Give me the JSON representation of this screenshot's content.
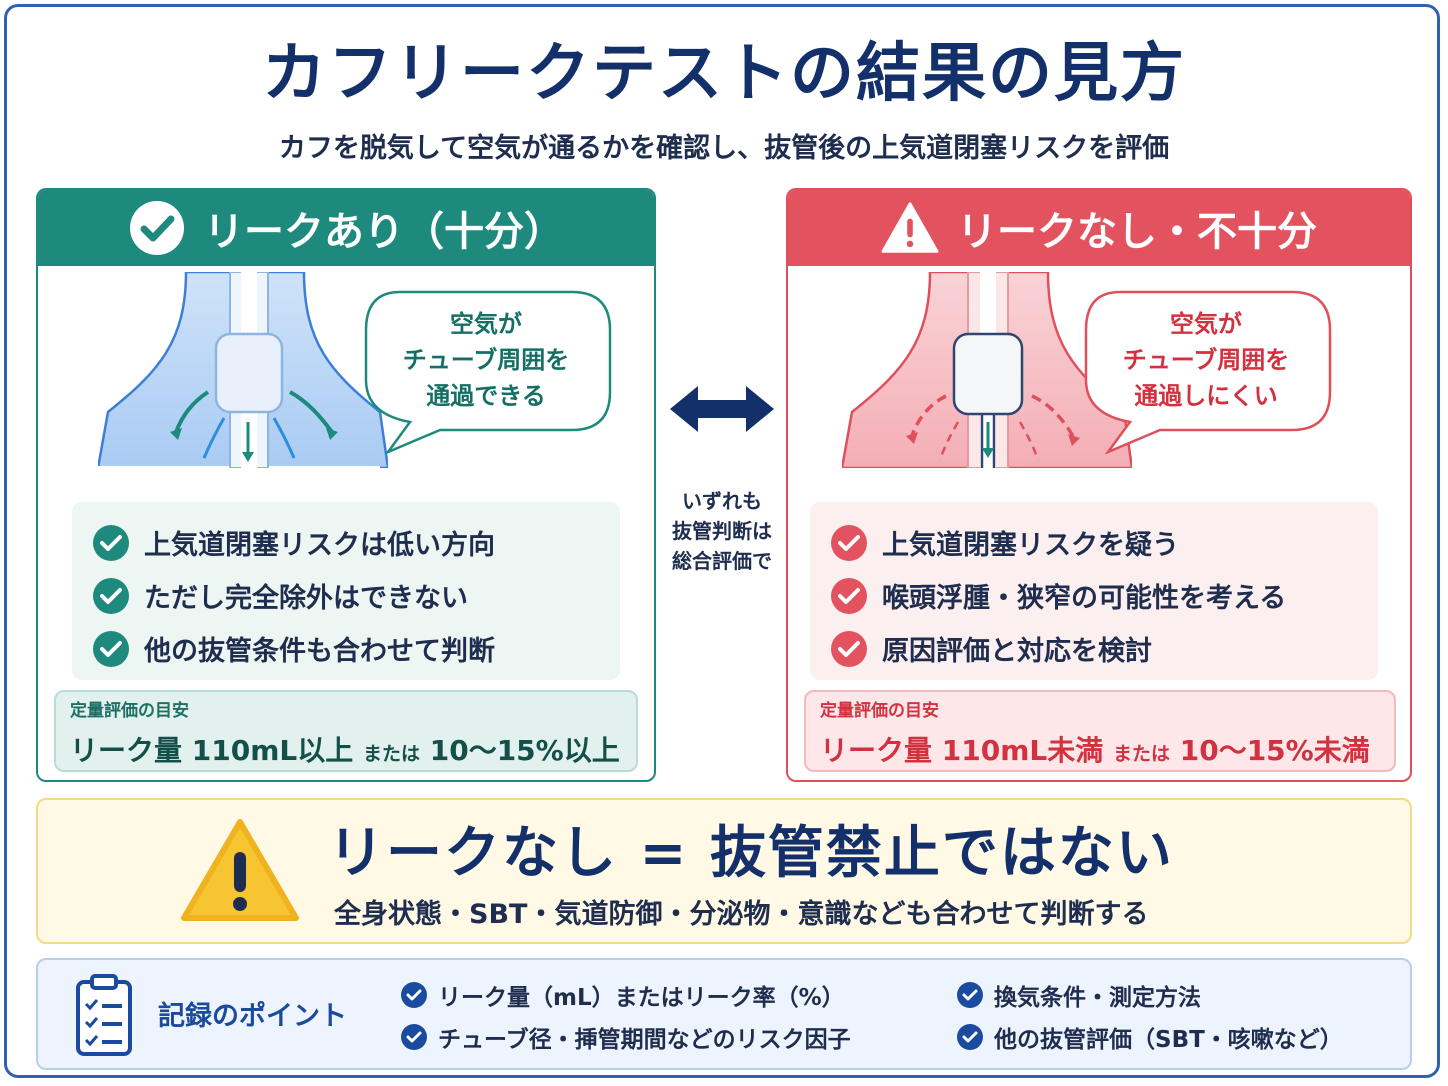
{
  "title": "カフリークテストの結果の見方",
  "subtitle": "カフを脱気して空気が通るかを確認し、抜管後の上気道閉塞リスクを評価",
  "left_panel": {
    "header": "リークあり（十分）",
    "bubble_lines": [
      "空気が",
      "チューブ周囲を",
      "通過できる"
    ],
    "checks": [
      "上気道閉塞リスクは低い方向",
      "ただし完全除外はできない",
      "他の抜管条件も合わせて判断"
    ],
    "quant_label": "定量評価の目安",
    "quant_part1": "リーク量 110mL以上",
    "quant_or": "または",
    "quant_part2": "10〜15%以上",
    "color": "#1e8a7e"
  },
  "right_panel": {
    "header": "リークなし・不十分",
    "bubble_lines": [
      "空気が",
      "チューブ周囲を",
      "通過しにくい"
    ],
    "checks": [
      "上気道閉塞リスクを疑う",
      "喉頭浮腫・狭窄の可能性を考える",
      "原因評価と対応を検討"
    ],
    "quant_label": "定量評価の目安",
    "quant_part1": "リーク量 110mL未満",
    "quant_or": "または",
    "quant_part2": "10〜15%未満",
    "color": "#e3535f"
  },
  "middle": {
    "lines": [
      "いずれも",
      "抜管判断は",
      "総合評価で"
    ]
  },
  "warning": {
    "title": "リークなし = 抜管禁止ではない",
    "subtitle": "全身状態・SBT・気道防御・分泌物・意識なども合わせて判断する"
  },
  "record": {
    "label": "記録のポイント",
    "items": [
      "リーク量（mL）またはリーク率（%）",
      "換気条件・測定方法",
      "チューブ径・挿管期間などのリスク因子",
      "他の抜管評価（SBT・咳嗽など）"
    ]
  },
  "icons": [
    "check-circle-icon",
    "warning-triangle-icon",
    "double-arrow-icon",
    "clipboard-icon"
  ]
}
